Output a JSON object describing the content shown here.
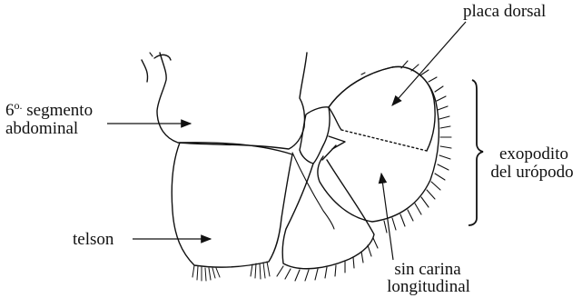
{
  "labels": {
    "segment_ordinal": "6",
    "segment_ordinal_suffix": "o.",
    "segment_word": "segmento",
    "segment_line2": "abdominal",
    "telson": "telson",
    "dorsal_plate": "placa dorsal",
    "exopod_line1": "exopodito",
    "exopod_line2": "del urópodo",
    "carina_line1": "sin carina",
    "carina_line2": "longitudinal"
  },
  "colors": {
    "ink": "#111111",
    "paper": "#ffffff"
  }
}
